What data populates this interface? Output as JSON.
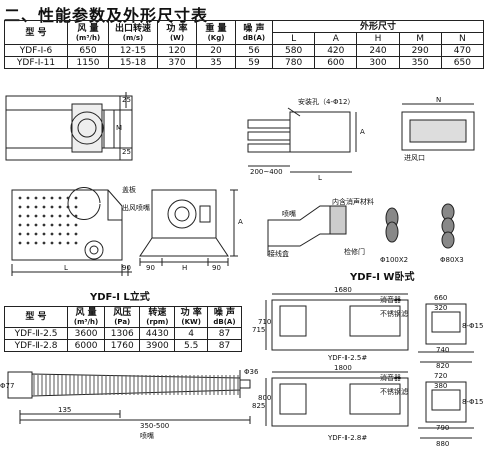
{
  "page_title": "二、性能参数及外形尺寸表",
  "table1": {
    "headers": [
      "型 号",
      "风 量",
      "出口转速",
      "功 率",
      "重 量",
      "噪 声",
      "外形尺寸"
    ],
    "units": [
      "",
      "(m³/h)",
      "(m/s)",
      "(W)",
      "(Kg)",
      "dB(A)"
    ],
    "dim_headers": [
      "L",
      "A",
      "H",
      "M",
      "N"
    ],
    "rows": [
      [
        "YDF-Ⅰ-6",
        "650",
        "12-15",
        "120",
        "20",
        "56",
        "580",
        "420",
        "240",
        "290",
        "470"
      ],
      [
        "YDF-Ⅰ-11",
        "1150",
        "15-18",
        "370",
        "35",
        "59",
        "780",
        "600",
        "300",
        "350",
        "650"
      ]
    ]
  },
  "table2": {
    "headers": [
      "型 号",
      "风 量",
      "风压",
      "转速",
      "功 率",
      "噪 声"
    ],
    "units": [
      "",
      "(m³/h)",
      "(Pa)",
      "(rpm)",
      "(KW)",
      "dB(A)"
    ],
    "rows": [
      [
        "YDF-Ⅱ-2.5",
        "3600",
        "1306",
        "4430",
        "4",
        "87"
      ],
      [
        "YDF-Ⅱ-2.8",
        "6000",
        "1760",
        "3900",
        "5.5",
        "87"
      ]
    ]
  },
  "labels": {
    "dim_25a": "25",
    "dim_m": "M",
    "dim_25b": "25",
    "gaiban": "盖板",
    "chufeng": "出风喷嘴",
    "dim_l1": "L",
    "dim_90a": "90",
    "dim_90b": "90",
    "dim_h": "H",
    "dim_90c": "90",
    "dim_a1": "A",
    "caption_l": "YDF-Ⅰ  L立式",
    "anzhuang": "安装孔（4-Φ12）",
    "dim_n": "N",
    "dim_a2": "A",
    "dim_200": "200~400",
    "dim_l2": "L",
    "jinfeng": "进风口",
    "penzui1": "喷嘴",
    "neihe": "内含消声材料",
    "jiexian": "接线盒",
    "jianxiu": "检修门",
    "phi100": "Φ100X2",
    "phi80": "Φ80X3",
    "caption_w": "YDF-Ⅰ  W卧式",
    "d1680": "1680",
    "d710": "710",
    "d715": "715",
    "xiaoyin1": "消音器",
    "bxg1": "不锈钢滤",
    "d660": "660",
    "d320": "320",
    "d8_15a": "8-Φ15",
    "d740": "740",
    "d820": "820",
    "cap25": "YDF-Ⅱ-2.5#",
    "d1800": "1800",
    "d800": "800",
    "d825": "825",
    "xiaoyin2": "消音器",
    "bxg2": "不锈钢滤",
    "d720": "720",
    "d380": "380",
    "d8_15b": "8-Φ15",
    "d790": "790",
    "d880": "880",
    "cap28": "YDF-Ⅱ-2.8#",
    "phi77": "Φ77",
    "phi36": "Φ36",
    "d135": "135",
    "d350": "350-500",
    "penzui2": "喷嘴"
  }
}
